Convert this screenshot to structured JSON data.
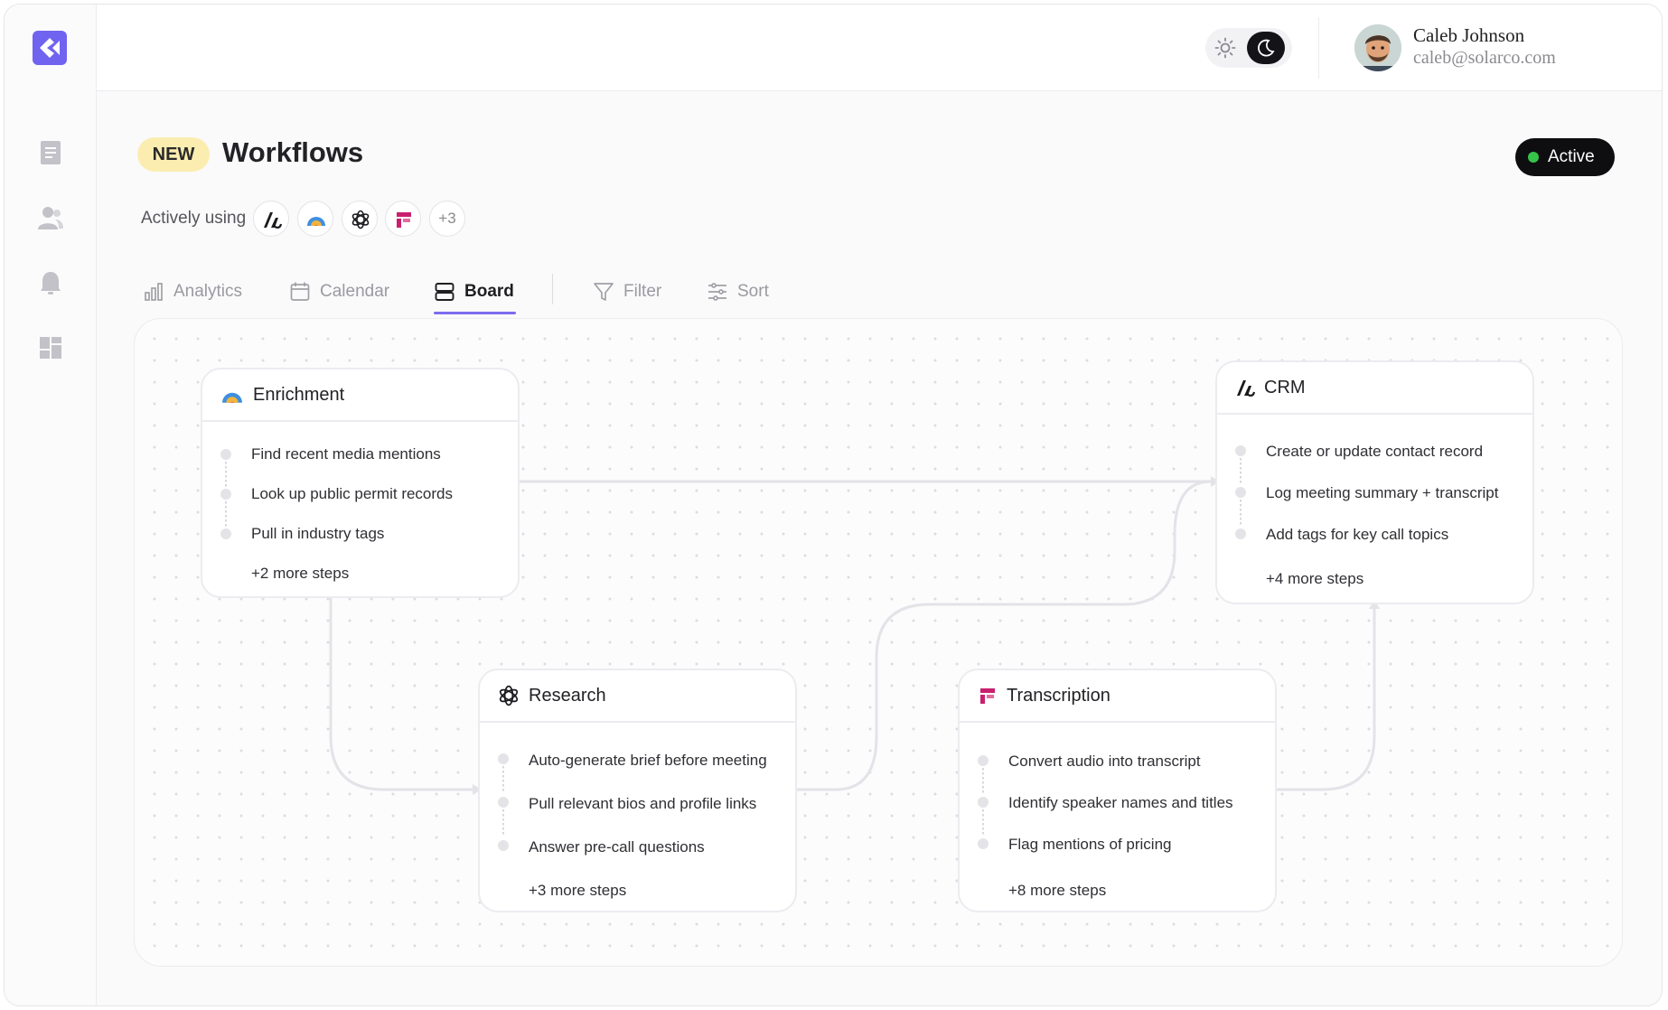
{
  "user": {
    "name": "Caleb Johnson",
    "email": "caleb@solarco.com"
  },
  "header": {
    "badge": "NEW",
    "title": "Workflows",
    "status": "Active"
  },
  "actively_using": {
    "label": "Actively using",
    "more": "+3"
  },
  "tabs": [
    {
      "label": "Analytics",
      "icon": "bar-chart-icon"
    },
    {
      "label": "Calendar",
      "icon": "calendar-icon"
    },
    {
      "label": "Board",
      "icon": "board-icon",
      "active": true
    },
    {
      "label": "Filter",
      "icon": "filter-icon"
    },
    {
      "label": "Sort",
      "icon": "sort-icon"
    }
  ],
  "cards": {
    "enrichment": {
      "title": "Enrichment",
      "steps": [
        "Find recent media mentions",
        "Look up public permit records",
        "Pull in industry tags"
      ],
      "more": "+2 more steps"
    },
    "crm": {
      "title": "CRM",
      "steps": [
        "Create or update contact record",
        "Log meeting summary + transcript",
        "Add tags for key call topics"
      ],
      "more": "+4 more steps"
    },
    "research": {
      "title": "Research",
      "steps": [
        "Auto-generate brief before meeting",
        "Pull relevant bios and profile links",
        "Answer pre-call questions"
      ],
      "more": "+3 more steps"
    },
    "transcription": {
      "title": "Transcription",
      "steps": [
        "Convert audio into transcript",
        "Identify speaker names and titles",
        "Flag mentions of pricing"
      ],
      "more": "+8 more steps"
    }
  },
  "colors": {
    "accent": "#7b6cf0",
    "badge_bg": "#fbedb0",
    "active_dot": "#37c24a",
    "logo": "#6f63f0"
  }
}
